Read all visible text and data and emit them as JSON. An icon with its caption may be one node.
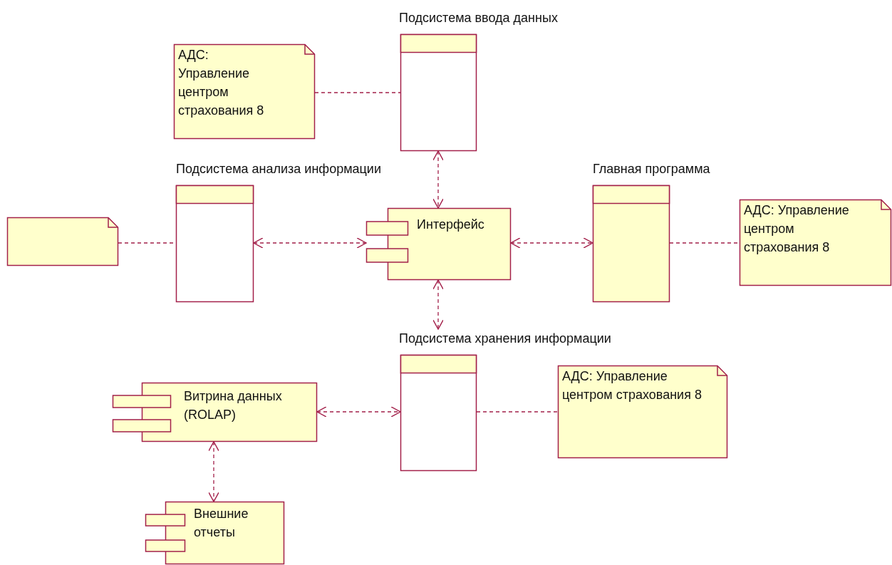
{
  "diagram": {
    "nodes": [
      {
        "text": [
          "Подсистема ввода данных"
        ]
      },
      {
        "text": [
          "АДС: Управление центром страхования 8"
        ]
      },
      {
        "text": [
          "Подсистема анализа информации"
        ]
      },
      {
        "text": [
          "Главная программа"
        ]
      },
      {
        "text": [],
        "shape": "note"
      },
      {
        "text": [
          "Интерфейс"
        ]
      },
      {
        "text": [
          "АДС: Управление центром страхования 8"
        ]
      },
      {
        "text": [
          "Подсистема хранения информации"
        ]
      },
      {
        "text": [
          "АДС: Управление центром страхования 8"
        ]
      },
      {
        "text": [
          "Витрина данных (ROLAP)"
        ]
      },
      {
        "text": [
          "Внешние отчеты"
        ]
      }
    ],
    "edges": [
      {
        "from": 1,
        "to": 0,
        "arrow": "none",
        "style": "dashed"
      },
      {
        "from": 0,
        "to": 5,
        "arrow": "both",
        "style": "dashed"
      },
      {
        "from": 4,
        "to": 2,
        "arrow": "none",
        "style": "dashed"
      },
      {
        "from": 2,
        "to": 5,
        "arrow": "both",
        "style": "dashed"
      },
      {
        "from": 5,
        "to": 3,
        "arrow": "both",
        "style": "dashed"
      },
      {
        "from": 3,
        "to": 6,
        "arrow": "none",
        "style": "dashed"
      },
      {
        "from": 5,
        "to": 7,
        "arrow": "both",
        "style": "dashed"
      },
      {
        "from": 9,
        "to": 7,
        "arrow": "both",
        "style": "dashed"
      },
      {
        "from": 7,
        "to": 8,
        "arrow": "none",
        "style": "dashed"
      },
      {
        "from": 9,
        "to": 10,
        "arrow": "both",
        "style": "dashed"
      }
    ]
  }
}
